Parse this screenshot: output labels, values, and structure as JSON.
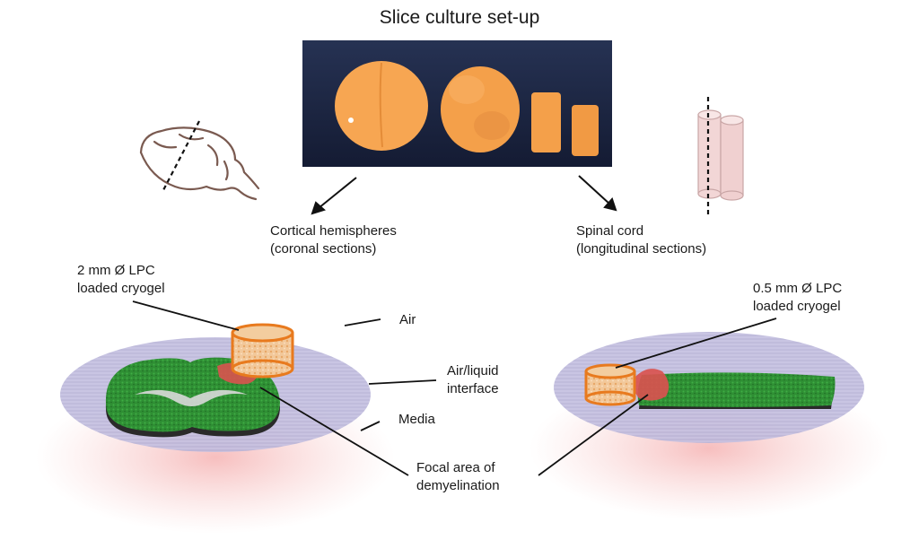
{
  "title": "Slice culture set-up",
  "labels": {
    "cortical_line1": "Cortical hemispheres",
    "cortical_line2": "(coronal sections)",
    "spinal_line1": "Spinal cord",
    "spinal_line2": "(longitudinal sections)",
    "cryogel_left_line1": "2 mm Ø LPC",
    "cryogel_left_line2": "loaded cryogel",
    "cryogel_right_line1": "0.5 mm Ø LPC",
    "cryogel_right_line2": "loaded cryogel",
    "air": "Air",
    "interface_line1": "Air/liquid",
    "interface_line2": "interface",
    "media": "Media",
    "focal_line1": "Focal area of",
    "focal_line2": "demyelination"
  },
  "colors": {
    "tissue_orange": "#f4a04a",
    "photo_background": "#1e2a4a",
    "white_matter_green": "#2e8b2e",
    "lesion_red": "#d9534f",
    "cryogel_orange": "#e87a1e",
    "membrane_purple": "#b8b4d8",
    "glow_pink": "#f7c6c6",
    "spinal_cord_pink": "#f2d6d6"
  },
  "icons": [
    "brain-outline-icon",
    "spinal-cord-cylinder-icon"
  ]
}
